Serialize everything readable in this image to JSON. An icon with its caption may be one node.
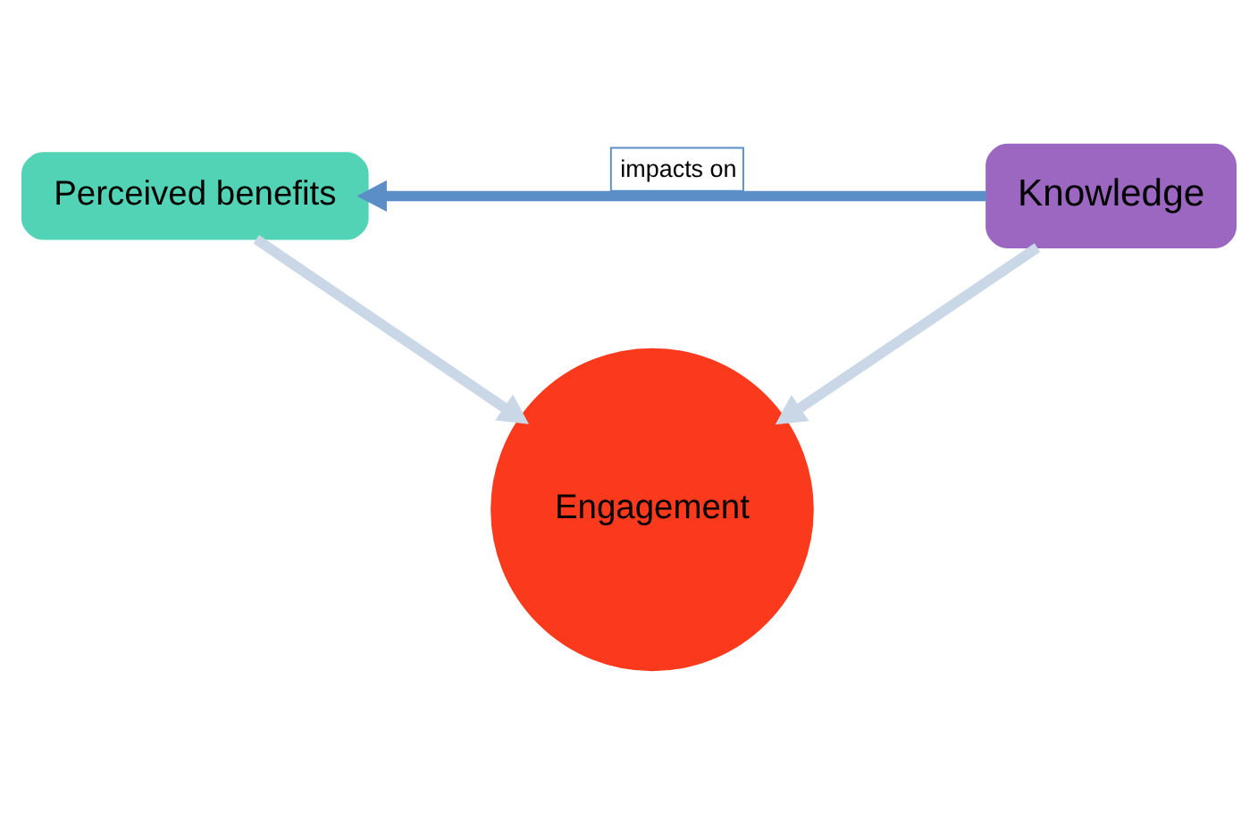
{
  "diagram": {
    "nodes": [
      {
        "text": [
          "Perceived benefits"
        ]
      },
      {
        "text": [
          "Knowledge"
        ]
      },
      {
        "text": [
          "Engagement"
        ]
      }
    ],
    "edges": [
      {
        "from": 1,
        "to": 0,
        "arrow": "to",
        "label": "impacts on",
        "color": "#5b8ec7"
      },
      {
        "from": 0,
        "to": 2,
        "arrow": "to",
        "color": "#c9d7e6"
      },
      {
        "from": 1,
        "to": 2,
        "arrow": "to",
        "color": "#c9d7e6"
      }
    ]
  }
}
